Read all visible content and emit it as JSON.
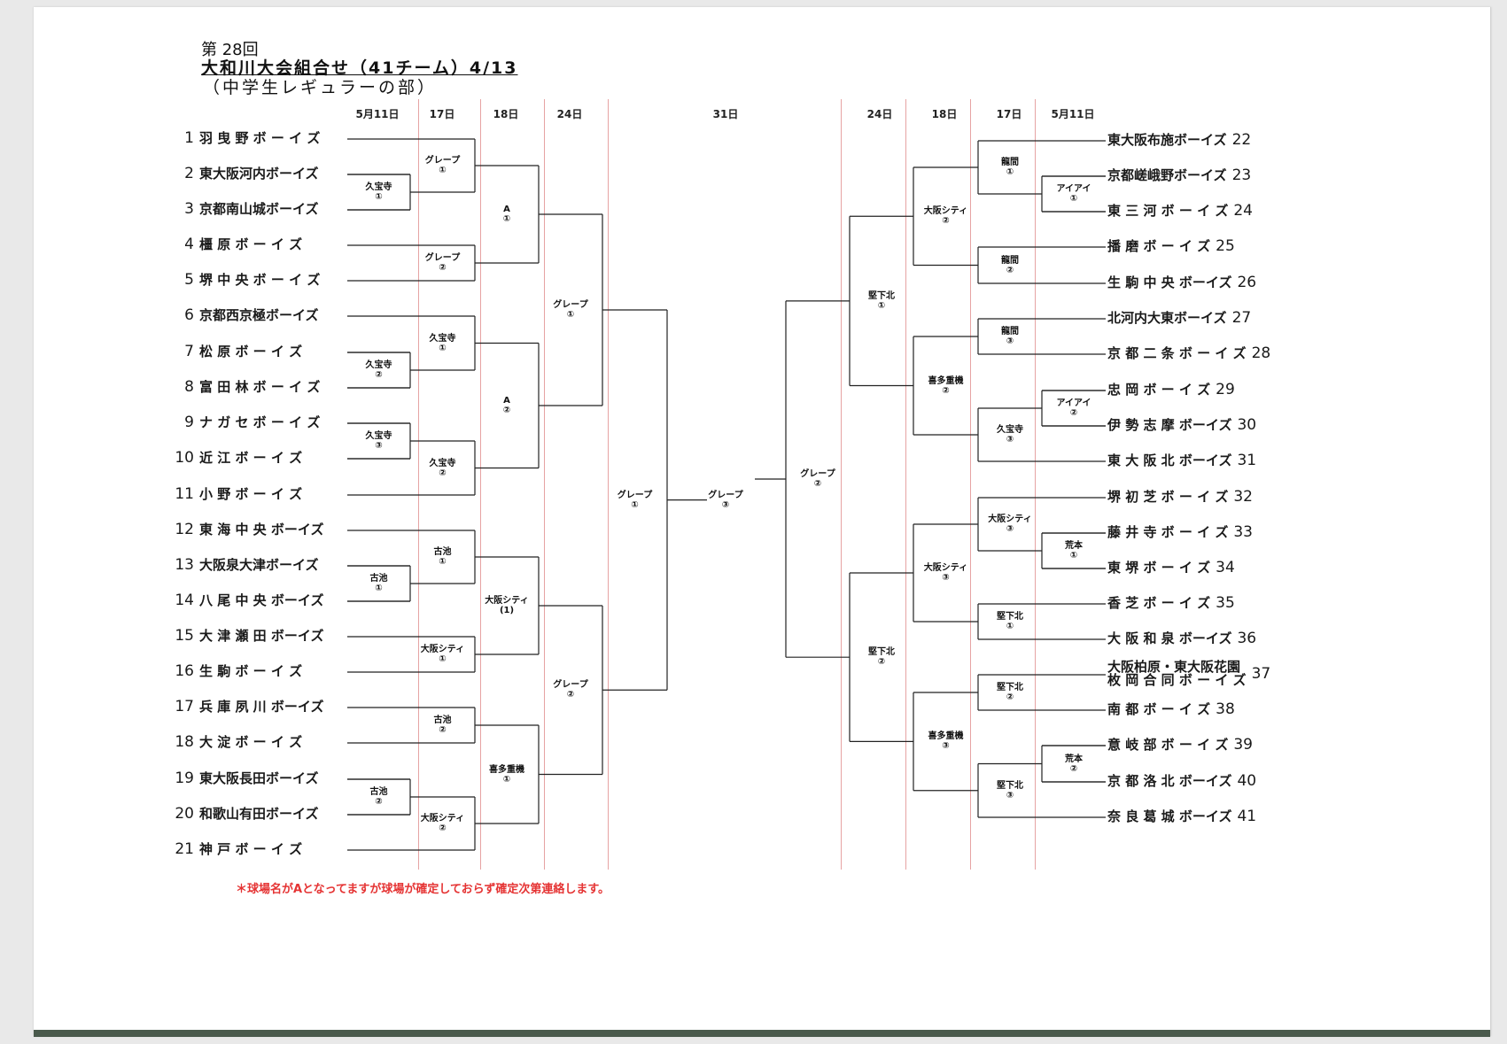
{
  "header": {
    "edition": "第 28回",
    "title": "大和川大会組合せ（41チーム）4/13",
    "subtitle": "（中学生レギュラーの部）"
  },
  "columns_left": [
    "5月11日",
    "17日",
    "18日",
    "24日"
  ],
  "column_final": "31日",
  "columns_right": [
    "24日",
    "18日",
    "17日",
    "5月11日"
  ],
  "teams_left": [
    {
      "num": "1",
      "name": "羽 曳 野 ボ ー イ ズ"
    },
    {
      "num": "2",
      "name": "東大阪河内ボーイズ"
    },
    {
      "num": "3",
      "name": "京都南山城ボーイズ"
    },
    {
      "num": "4",
      "name": "橿  原  ボ  ー  イ  ズ"
    },
    {
      "num": "5",
      "name": "堺 中 央 ボ ー イ ズ"
    },
    {
      "num": "6",
      "name": "京都西京極ボーイズ"
    },
    {
      "num": "7",
      "name": "松  原  ボ  ー  イ  ズ"
    },
    {
      "num": "8",
      "name": "富 田 林 ボ ー イ ズ"
    },
    {
      "num": "9",
      "name": "ナ ガ セ ボ ー イ ズ"
    },
    {
      "num": "10",
      "name": "近  江  ボ  ー  イ  ズ"
    },
    {
      "num": "11",
      "name": "小  野  ボ  ー  イ  ズ"
    },
    {
      "num": "12",
      "name": "東 海 中 央 ボーイズ"
    },
    {
      "num": "13",
      "name": "大阪泉大津ボーイズ"
    },
    {
      "num": "14",
      "name": "八 尾 中 央 ボーイズ"
    },
    {
      "num": "15",
      "name": "大 津 瀬 田 ボーイズ"
    },
    {
      "num": "16",
      "name": "生  駒  ボ  ー  イ  ズ"
    },
    {
      "num": "17",
      "name": "兵 庫 夙 川 ボーイズ"
    },
    {
      "num": "18",
      "name": "大  淀  ボ  ー  イ  ズ"
    },
    {
      "num": "19",
      "name": "東大阪長田ボーイズ"
    },
    {
      "num": "20",
      "name": "和歌山有田ボーイズ"
    },
    {
      "num": "21",
      "name": "神  戸  ボ  ー  イ  ズ"
    }
  ],
  "teams_right": [
    {
      "num": "22",
      "name": "東大阪布施ボーイズ"
    },
    {
      "num": "23",
      "name": "京都嵯峨野ボーイズ"
    },
    {
      "num": "24",
      "name": "東 三 河 ボ ー イ ズ"
    },
    {
      "num": "25",
      "name": "播  磨  ボ  ー  イ  ズ"
    },
    {
      "num": "26",
      "name": "生 駒 中 央 ボーイズ"
    },
    {
      "num": "27",
      "name": "北河内大東ボーイズ"
    },
    {
      "num": "28",
      "name": "京 都 二 条 ボ ー イ ズ"
    },
    {
      "num": "29",
      "name": "忠  岡  ボ  ー  イ  ズ"
    },
    {
      "num": "30",
      "name": "伊 勢 志 摩 ボーイズ"
    },
    {
      "num": "31",
      "name": "東 大 阪 北 ボーイズ"
    },
    {
      "num": "32",
      "name": "堺 初 芝 ボ ー イ ズ"
    },
    {
      "num": "33",
      "name": "藤 井 寺 ボ ー イ ズ"
    },
    {
      "num": "34",
      "name": "東  堺  ボ  ー  イ  ズ"
    },
    {
      "num": "35",
      "name": "香  芝  ボ  ー  イ  ズ"
    },
    {
      "num": "36",
      "name": "大 阪 和 泉 ボーイズ"
    },
    {
      "num": "37",
      "name": "大阪柏原・東大阪花園",
      "line2": "枚 岡 合 同 ボ ー イ ズ"
    },
    {
      "num": "38",
      "name": "南  都  ボ  ー  イ  ズ"
    },
    {
      "num": "39",
      "name": "意 岐 部 ボ ー イ ズ"
    },
    {
      "num": "40",
      "name": "京 都 洛 北 ボーイズ"
    },
    {
      "num": "41",
      "name": "奈 良 葛 城 ボーイズ"
    }
  ],
  "venues_left": [
    {
      "l1": "グレープ",
      "l2": "①"
    },
    {
      "l1": "久宝寺",
      "l2": "①"
    },
    {
      "l1": "A",
      "l2": "①"
    },
    {
      "l1": "グレープ",
      "l2": "②"
    },
    {
      "l1": "グレープ",
      "l2": "①"
    },
    {
      "l1": "久宝寺",
      "l2": "①"
    },
    {
      "l1": "久宝寺",
      "l2": "②"
    },
    {
      "l1": "A",
      "l2": "②"
    },
    {
      "l1": "久宝寺",
      "l2": "③"
    },
    {
      "l1": "久宝寺",
      "l2": "②"
    },
    {
      "l1": "古池",
      "l2": "①"
    },
    {
      "l1": "古池",
      "l2": "①"
    },
    {
      "l1": "大阪シティ",
      "l2": "(1)"
    },
    {
      "l1": "大阪シティ",
      "l2": "①"
    },
    {
      "l1": "グレープ",
      "l2": "②"
    },
    {
      "l1": "古池",
      "l2": "②"
    },
    {
      "l1": "喜多重機",
      "l2": "①"
    },
    {
      "l1": "古池",
      "l2": "②"
    },
    {
      "l1": "大阪シティ",
      "l2": "②"
    }
  ],
  "venues_center": [
    {
      "l1": "グレープ",
      "l2": "①"
    },
    {
      "l1": "グレープ",
      "l2": "③"
    },
    {
      "l1": "グレープ",
      "l2": "②"
    }
  ],
  "venues_right": [
    {
      "l1": "龍間",
      "l2": "①"
    },
    {
      "l1": "アイアイ",
      "l2": "①"
    },
    {
      "l1": "大阪シティ",
      "l2": "②"
    },
    {
      "l1": "龍間",
      "l2": "②"
    },
    {
      "l1": "堅下北",
      "l2": "①"
    },
    {
      "l1": "龍間",
      "l2": "③"
    },
    {
      "l1": "喜多重機",
      "l2": "②"
    },
    {
      "l1": "アイアイ",
      "l2": "②"
    },
    {
      "l1": "久宝寺",
      "l2": "③"
    },
    {
      "l1": "大阪シティ",
      "l2": "③"
    },
    {
      "l1": "荒本",
      "l2": "①"
    },
    {
      "l1": "大阪シティ",
      "l2": "③"
    },
    {
      "l1": "堅下北",
      "l2": "①"
    },
    {
      "l1": "堅下北",
      "l2": "②"
    },
    {
      "l1": "堅下北",
      "l2": "②"
    },
    {
      "l1": "喜多重機",
      "l2": "③"
    },
    {
      "l1": "荒本",
      "l2": "②"
    },
    {
      "l1": "堅下北",
      "l2": "③"
    }
  ],
  "note": "＊球場名がAとなってますが球場が確定しておらず確定次第連絡します。",
  "colors": {
    "page": "#ffffff",
    "guide_line": "#e6a3a3",
    "note_text": "#e53333",
    "bracket_line": "#222222"
  }
}
